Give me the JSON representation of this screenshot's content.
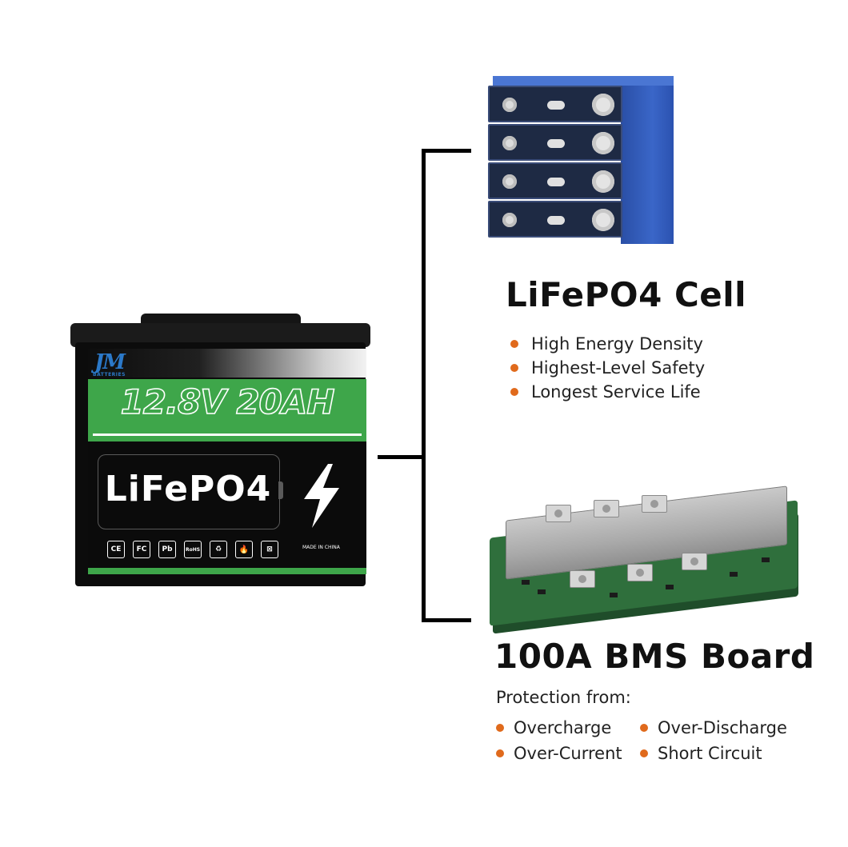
{
  "battery": {
    "logo_mark": "JM",
    "logo_sub": "BATTERIES",
    "voltage_capacity": "12.8V 20AH",
    "chemistry": "LiFePO4",
    "certifications": [
      "CE",
      "FC",
      "Pb",
      "RoHS",
      "♻",
      "🔥",
      "⊠"
    ],
    "made_in": "MADE IN CHINA"
  },
  "cell": {
    "title": "LiFePO4 Cell",
    "features": [
      "High Energy Density",
      "Highest-Level Safety",
      "Longest Service Life"
    ]
  },
  "bms": {
    "title": "100A BMS Board",
    "protection_label": "Protection from:",
    "protections": [
      "Overcharge",
      "Over-Discharge",
      "Over-Current",
      "Short Circuit"
    ]
  },
  "colors": {
    "accent_orange": "#e06a1c",
    "battery_green": "#3ea64a",
    "cell_blue": "#3a66c8"
  }
}
